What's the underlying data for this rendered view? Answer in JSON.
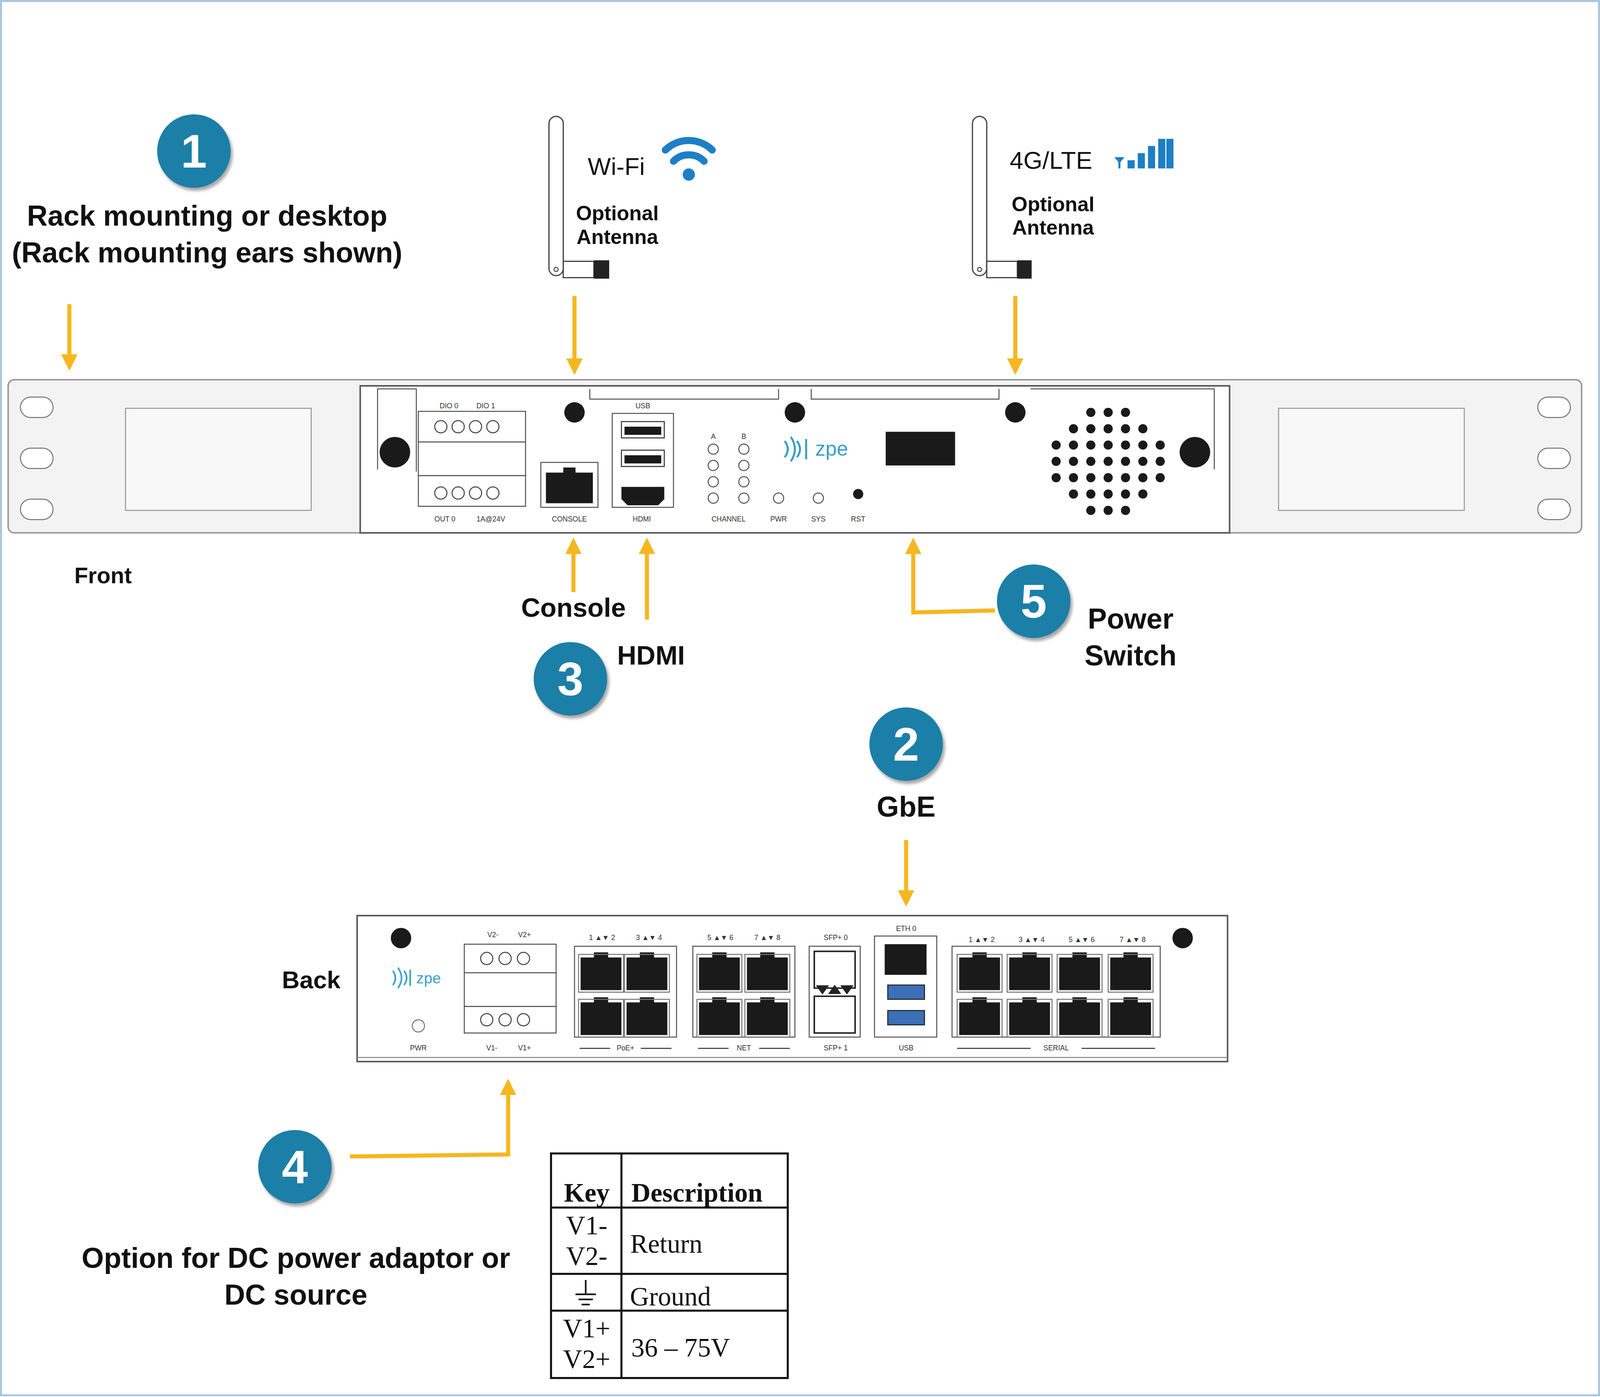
{
  "diagram": {
    "nodes": [
      {
        "text": [
          "1",
          "Rack mounting or desktop (Rack mounting ears shown)"
        ]
      },
      {
        "text": [
          "3"
        ]
      },
      {
        "text": [
          "5",
          "Power Switch"
        ]
      },
      {
        "text": [
          "2",
          "GbE"
        ]
      },
      {
        "text": [
          "4",
          "Option for DC power adaptor or DC source"
        ]
      }
    ],
    "labels": [
      "Wi-Fi",
      "Optional Antenna",
      "4G/LTE",
      "Optional Antenna",
      "Front",
      "Console",
      "HDMI",
      "DIO 0",
      "DIO 1",
      "OUT 0",
      "1A@24V",
      "CONSOLE",
      "USB",
      "HDMI",
      "A",
      "B",
      "CHANNEL",
      "PWR",
      "SYS",
      "RST",
      "zpe",
      "Back",
      "zpe",
      "PWR",
      "V2-",
      "V2+",
      "V1-",
      "V1+",
      "1 ▲▼ 2",
      "3 ▲▼ 4",
      "PoE+",
      "5 ▲▼ 6",
      "7 ▲▼ 8",
      "NET",
      "SFP+ 0",
      "SFP+ 1",
      "ETH 0",
      "USB",
      "1 ▲▼ 2",
      "3 ▲▼ 4",
      "5 ▲▼ 6",
      "7 ▲▼ 8",
      "SERIAL",
      "Key",
      "Description",
      "V1- V2-",
      "Return",
      "Ground",
      "V1+ V2+",
      "36 – 75V"
    ]
  }
}
